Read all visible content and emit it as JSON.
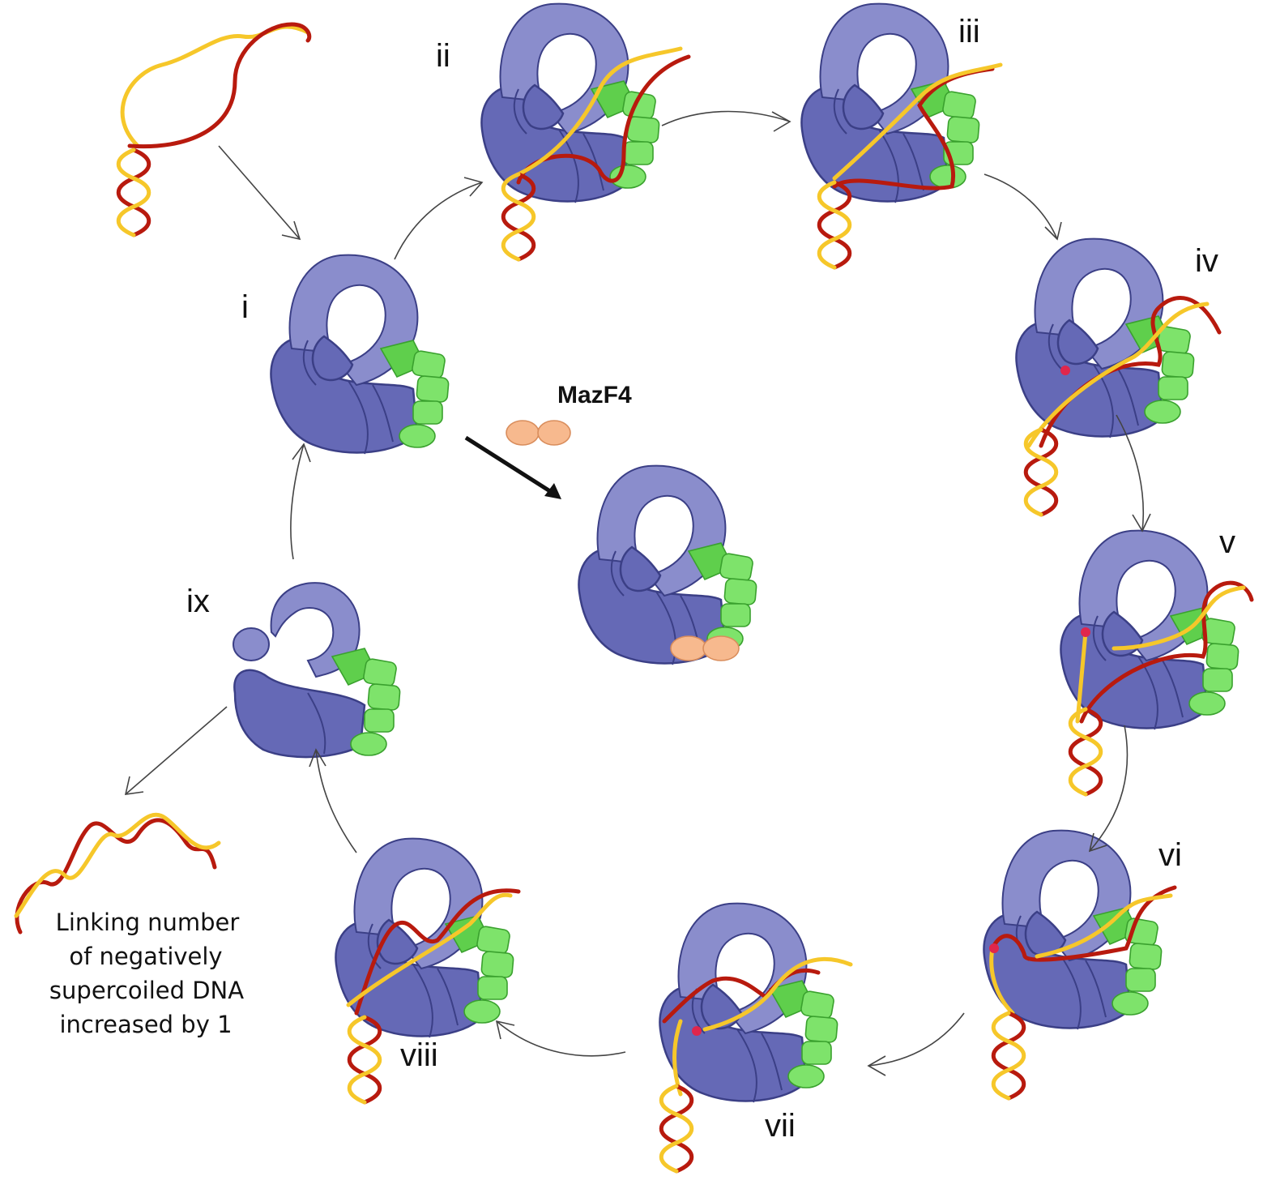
{
  "labels": {
    "i": "i",
    "ii": "ii",
    "iii": "iii",
    "iv": "iv",
    "v": "v",
    "vi": "vi",
    "vii": "vii",
    "viii": "viii",
    "ix": "ix",
    "mazf4": "MazF4"
  },
  "caption": {
    "line1": "Linking number",
    "line2": "of negatively",
    "line3": "supercoiled DNA",
    "line4": "increased by 1"
  },
  "colors": {
    "enzyme": "#6569b6",
    "domain": "#7ee36b",
    "toxin": "#f7b98e",
    "strand_a": "#b81a0e",
    "strand_b": "#f6c72a",
    "cleavage_site": "#e0264c"
  }
}
